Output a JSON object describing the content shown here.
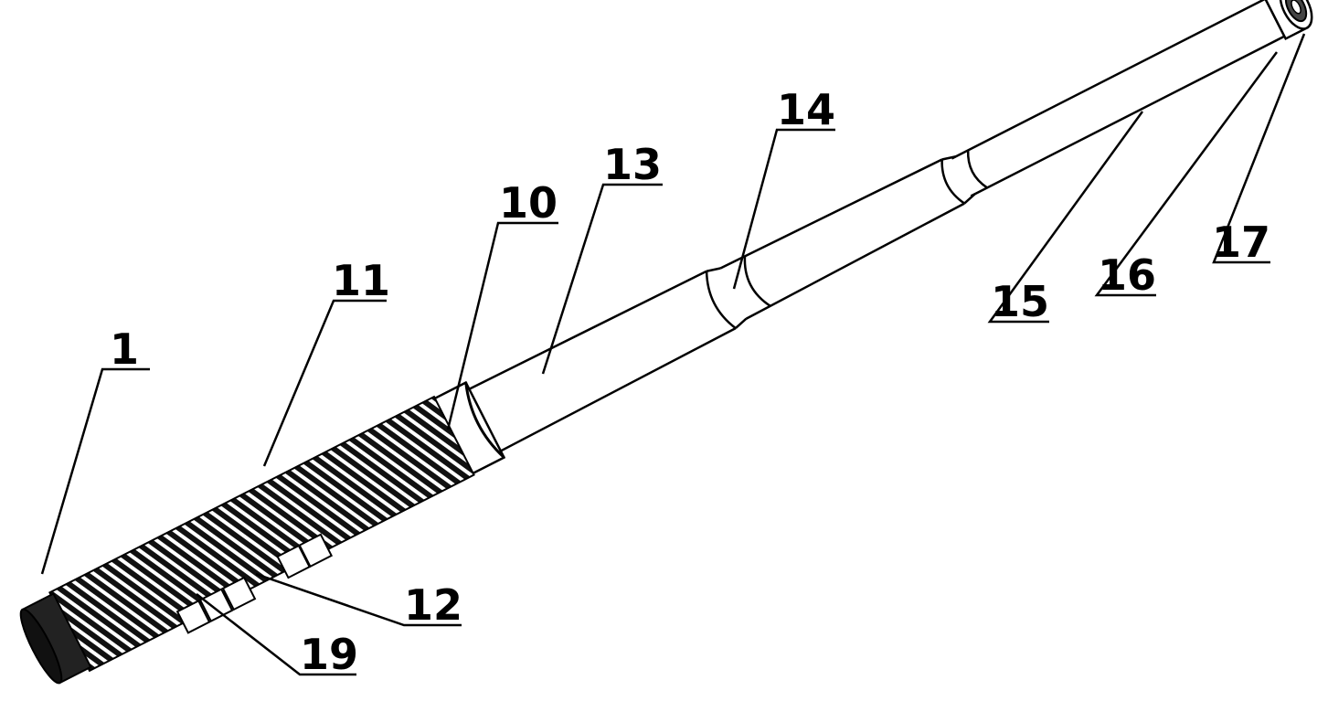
{
  "labels": {
    "l1": "1",
    "l10": "10",
    "l11": "11",
    "l12": "12",
    "l13": "13",
    "l14": "14",
    "l15": "15",
    "l16": "16",
    "l17": "17",
    "l19": "19"
  },
  "colors": {
    "line": "#000000",
    "fill": "#ffffff",
    "coil": "#1a1a1a"
  }
}
